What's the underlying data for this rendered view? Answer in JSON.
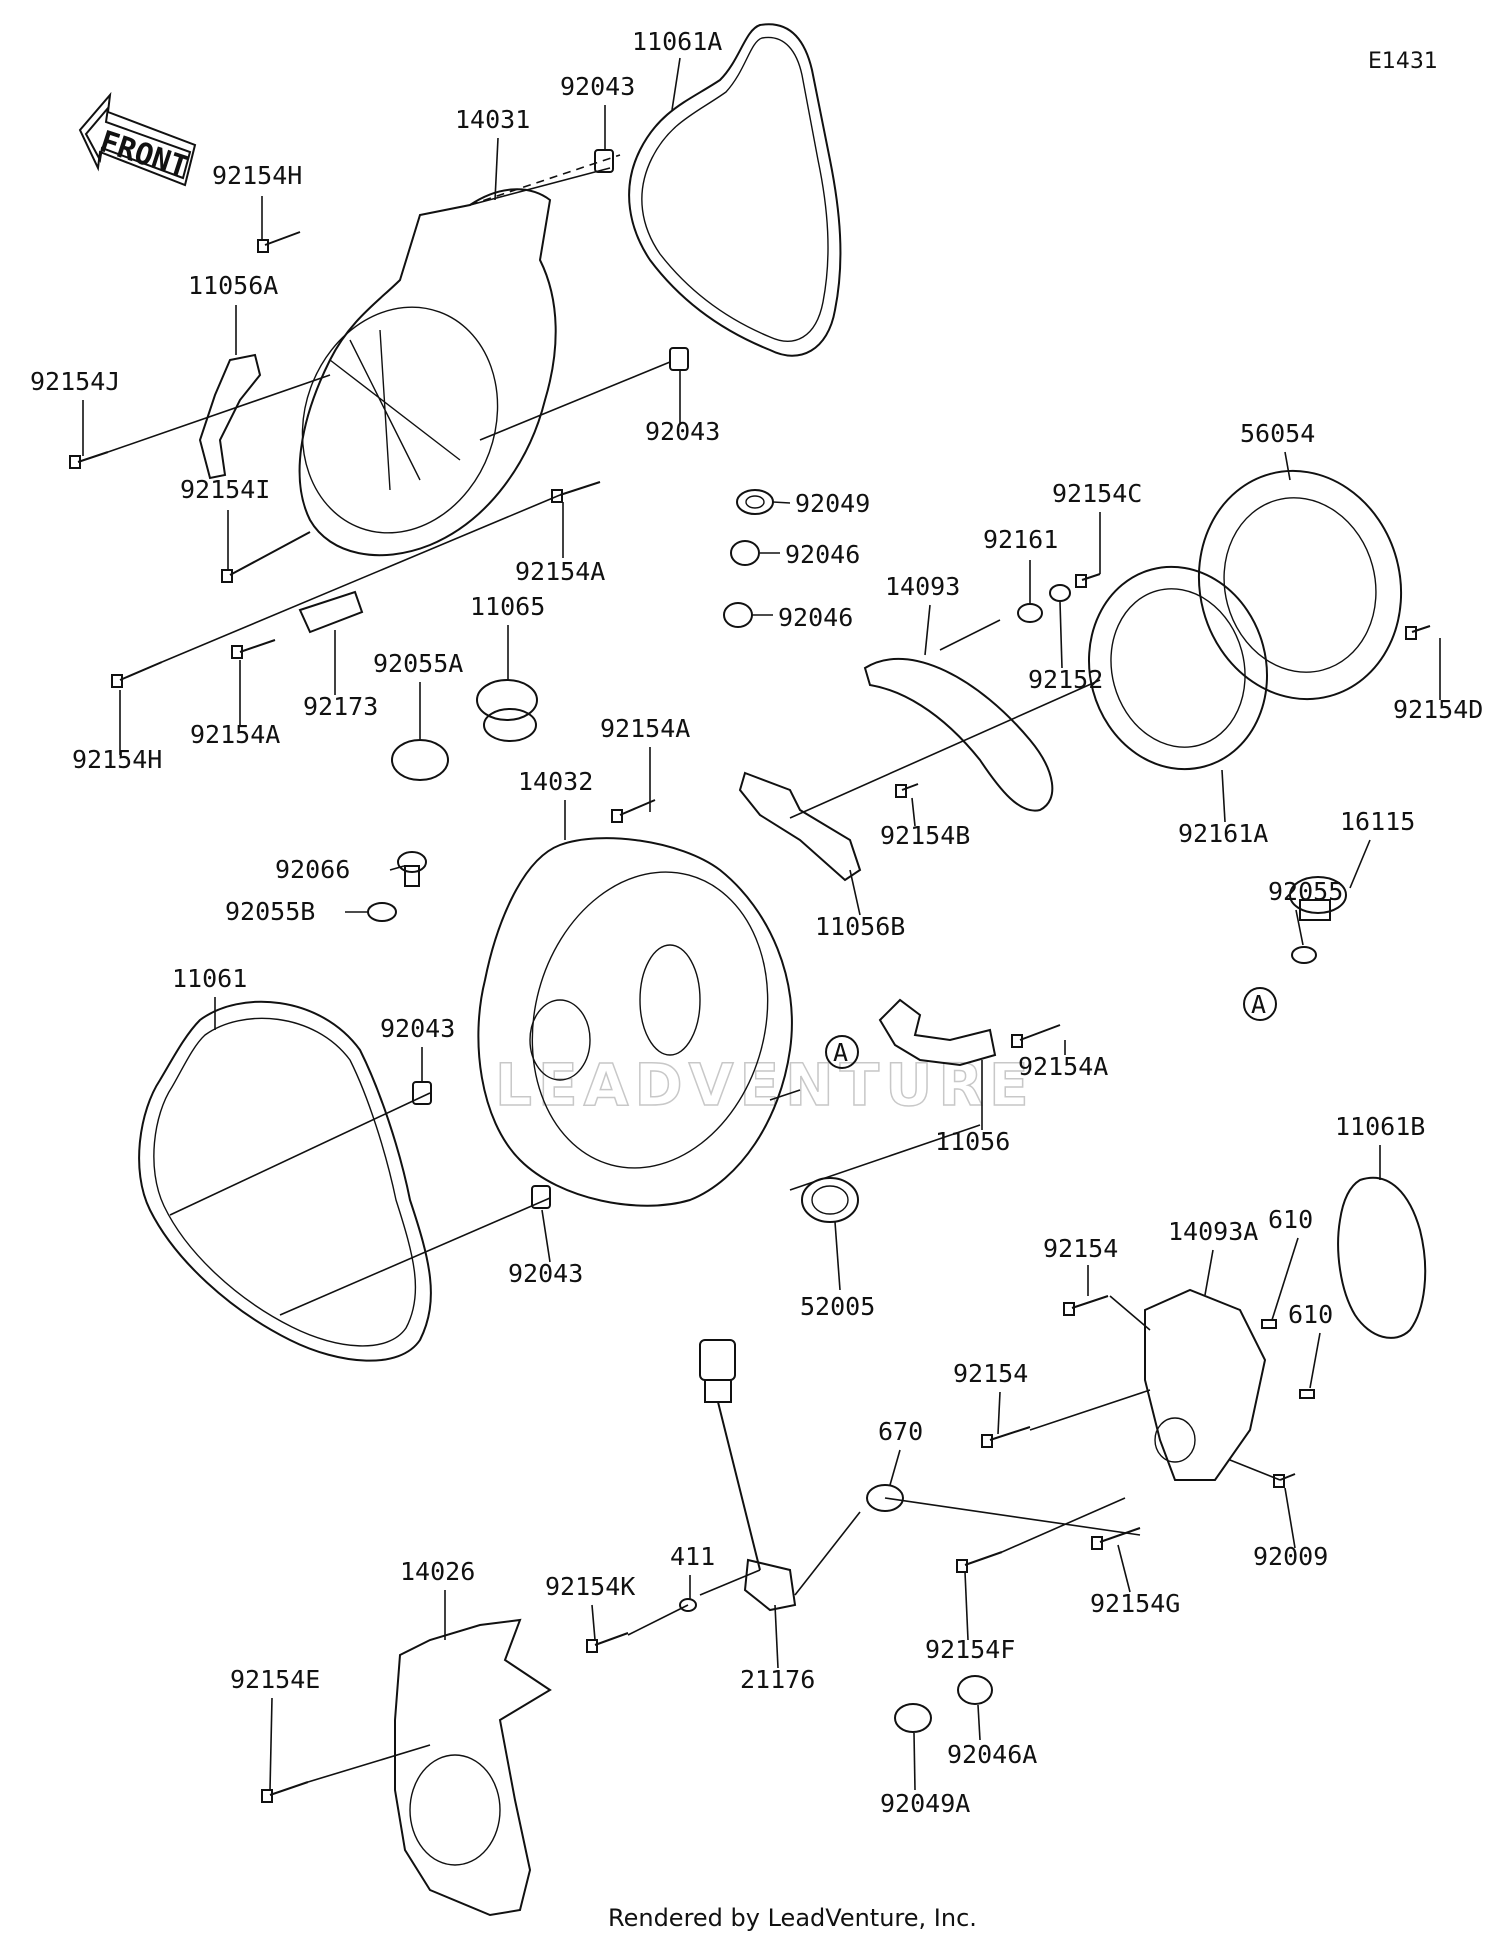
{
  "figure_id": "E1431",
  "front_label": "FRONT",
  "watermark": "LEADVENTURE",
  "footer": "Rendered by LeadVenture, Inc.",
  "callout_letter": "A",
  "part_labels": [
    "11061A",
    "92043",
    "14031",
    "92154H",
    "11056A",
    "92154J",
    "92043",
    "92154I",
    "92154A",
    "92049",
    "92046",
    "92046",
    "92161",
    "92154C",
    "14093",
    "56054",
    "92152",
    "92154D",
    "11065",
    "92055A",
    "92173",
    "92154H",
    "92154A",
    "92154A",
    "14032",
    "92154B",
    "92161A",
    "16115",
    "92066",
    "92055B",
    "92055",
    "11056B",
    "11061",
    "92043",
    "92154A",
    "11056",
    "11061B",
    "92043",
    "52005",
    "92154",
    "14093A",
    "610",
    "610",
    "92154",
    "670",
    "411",
    "92154K",
    "21176",
    "92009",
    "92154G",
    "92154F",
    "14026",
    "92154E",
    "92046A",
    "92049A"
  ]
}
